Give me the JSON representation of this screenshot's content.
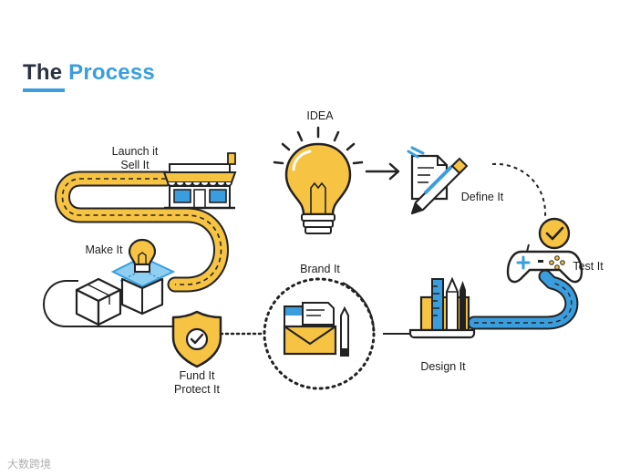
{
  "title": {
    "part1": "The",
    "part2": "Process"
  },
  "stages": {
    "idea": "IDEA",
    "define": "Define It",
    "test": "Test It",
    "design": "Design It",
    "brand": "Brand It",
    "fund_line1": "Fund It",
    "fund_line2": "Protect It",
    "make": "Make It",
    "launch_line1": "Launch it",
    "launch_line2": "Sell It"
  },
  "watermark": "大数跨境",
  "colors": {
    "yellow": "#f6c343",
    "blue": "#3a9ede",
    "dark": "#222222",
    "light_blue": "#8fd0f2",
    "gray": "#d9d9d9"
  }
}
